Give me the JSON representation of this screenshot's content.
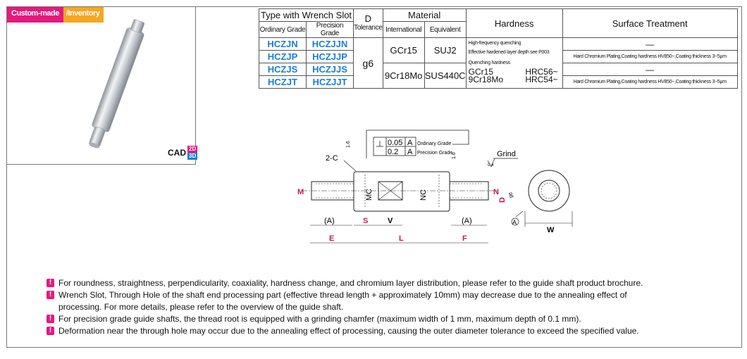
{
  "badges": {
    "custom": "Custom-made",
    "inventory": "/Inventory"
  },
  "cad": {
    "label": "CAD",
    "d2": "2D",
    "d3": "3D"
  },
  "table": {
    "type_header": "Type with Wrench Slot",
    "ordinary_grade": "Ordinary Grade",
    "precision_grade": "Precision Grade",
    "d_label": "D",
    "tolerance_label": "Tolerance",
    "material": "Material",
    "international": "International",
    "equivalent": "Equivalent",
    "hardness": "Hardness",
    "surface": "Surface Treatment",
    "tolerance_value": "g6",
    "rows": [
      {
        "ordinary": "HCZJN",
        "precision": "HCZJJN"
      },
      {
        "ordinary": "HCZJP",
        "precision": "HCZJJP"
      },
      {
        "ordinary": "HCZJS",
        "precision": "HCZJJS"
      },
      {
        "ordinary": "HCZJT",
        "precision": "HCZJJT"
      }
    ],
    "mat1_intl": "GCr15",
    "mat1_equiv": "SUJ2",
    "mat2_intl": "9Cr18Mo",
    "mat2_equiv": "SUS440C",
    "hard_line1": "High-frequency quenching",
    "hard_line2": "Effective hardened layer depth see P003",
    "hard_line3": "Quenching hardness",
    "hard_gcr": "GCr15",
    "hard_gcr_val": "HRC56~",
    "hard_9cr": "9Cr18Mo",
    "hard_9cr_val": "HRC54~",
    "surf_dash": "—",
    "surf_plating": "Hard Chromium Plating,Coating hardness HV850~,Coating thickness 3~5μm"
  },
  "drawing": {
    "tol1_value": "0.05",
    "tol1_ref": "A",
    "tol1_grade": "Ordinary Grade",
    "tol2_value": "0.2",
    "tol2_ref": "A",
    "tol2_grade": "Precision Grade",
    "rough1": "1.6",
    "rough2": "1.6",
    "chamfer": "2-C",
    "grind": "Grind",
    "grind_val": "0.4",
    "m_left": "M",
    "mc": "MC",
    "nc": "NC",
    "n": "N",
    "d": "D",
    "d_sub": "g6",
    "a_left": "(A)",
    "s": "S",
    "v": "V",
    "a_right": "(A)",
    "datum": "A",
    "e": "E",
    "l": "L",
    "f": "F",
    "w": "W"
  },
  "notes": [
    "For roundness, straightness, perpendicularity, coaxiality, hardness change, and chromium layer distribution, please refer to the guide shaft product brochure.",
    "Wrench Slot, Through Hole of the shaft end processing part (effective thread length + approximately 10mm) may decrease due to the annealing effect of",
    "processing. For more details, please refer to the overview of the guide shaft.",
    "For precision grade guide shafts, the thread root is equipped with a grinding chamfer (maximum width of 1 mm, maximum depth of 0.1 mm).",
    "Deformation near the through hole may occur due to the annealing effect of processing, causing the outer diameter tolerance to exceed the specified value."
  ],
  "colors": {
    "blue": "#1a7ed4",
    "magenta": "#e6197d",
    "orange": "#f5a623"
  }
}
